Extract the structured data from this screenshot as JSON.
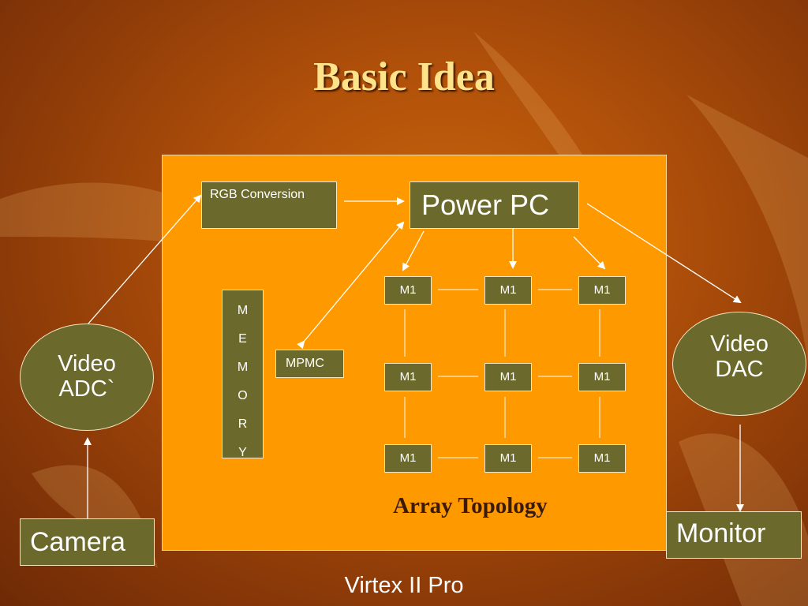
{
  "slide": {
    "title": "Basic Idea",
    "footer": "Virtex II Pro",
    "caption": "Array Topology"
  },
  "blocks": {
    "rgb": "RGB Conversion",
    "powerpc": "Power PC",
    "memory_letters": [
      "M",
      "E",
      "M",
      "O",
      "R",
      "Y"
    ],
    "mpmc": "MPMC",
    "video_adc": [
      "Video",
      "ADC`"
    ],
    "video_dac": [
      "Video",
      "DAC"
    ],
    "camera": "Camera",
    "monitor": "Monitor",
    "array_nodes": [
      [
        "M1",
        "M1",
        "M1"
      ],
      [
        "M1",
        "M1",
        "M1"
      ],
      [
        "M1",
        "M1",
        "M1"
      ]
    ]
  },
  "colors": {
    "background": "#b0500a",
    "fpga_fill": "#ff9900",
    "block_fill": "#6b6a2c",
    "title_color": "#ffe38a"
  }
}
